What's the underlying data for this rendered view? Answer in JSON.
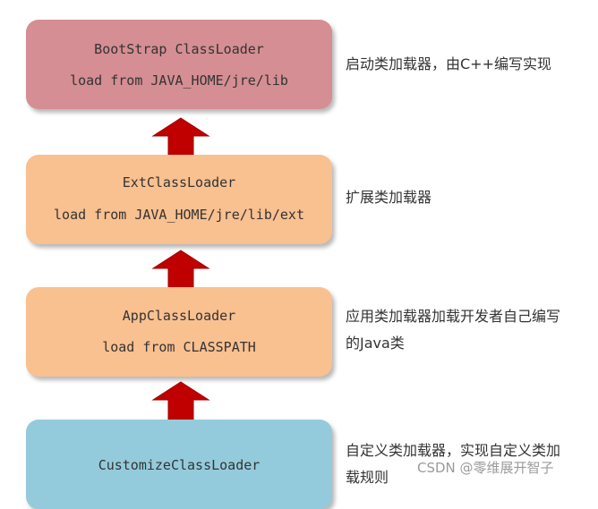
{
  "boxes": [
    {
      "title": "BootStrap ClassLoader",
      "subtitle": "load from JAVA_HOME/jre/lib",
      "description": "启动类加载器，由C++编写实现",
      "color": "#d58e93"
    },
    {
      "title": "ExtClassLoader",
      "subtitle": "load from JAVA_HOME/jre/lib/ext",
      "description": "扩展类加载器",
      "color": "#f9c090"
    },
    {
      "title": "AppClassLoader",
      "subtitle": "load from CLASSPATH",
      "description_line1": "应用类加载器加载开发者自己编写",
      "description_line2": "的Java类",
      "color": "#f9c090"
    },
    {
      "title": "CustomizeClassLoader",
      "description_line1": "自定义类加载器，实现自定义类加",
      "description_line2": "载规则",
      "color": "#94cbdc"
    }
  ],
  "arrow_color": "#c00000",
  "watermark": "CSDN @零维展开智子"
}
